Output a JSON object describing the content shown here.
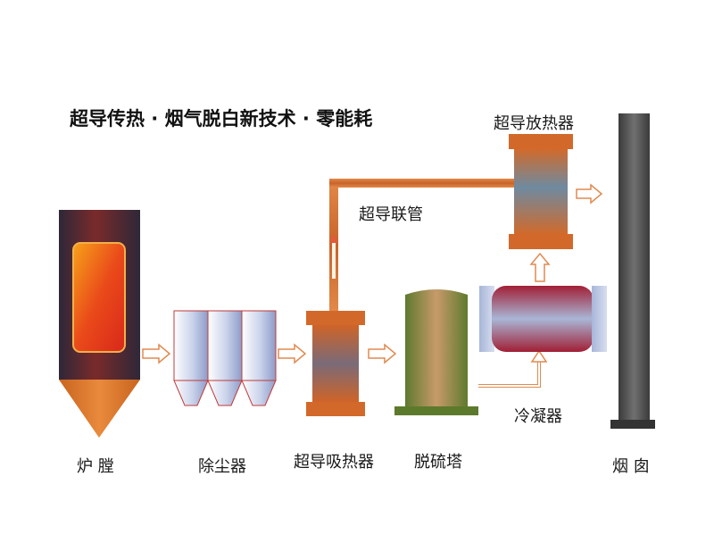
{
  "title": "超导传热 · 烟气脱白新技术 · 零能耗",
  "labels": {
    "furnace": "炉 膛",
    "dust_collector": "除尘器",
    "absorber": "超导吸热器",
    "desulfurization_tower": "脱硫塔",
    "chimney": "烟 囱",
    "releaser": "超导放热器",
    "pipe": "超导联管",
    "condenser": "冷凝器"
  },
  "colors": {
    "copper": "#d2692a",
    "copper_light": "#e8894a",
    "furnace_dark": "#3a2a3a",
    "furnace_hot": "#e8301a",
    "tower_green": "#6b8a3a",
    "chimney_gray": "#5a5a5a",
    "arrow_outline": "#e08a50",
    "condenser_red": "#b22a3a",
    "condenser_blue": "#a8b8d8"
  }
}
